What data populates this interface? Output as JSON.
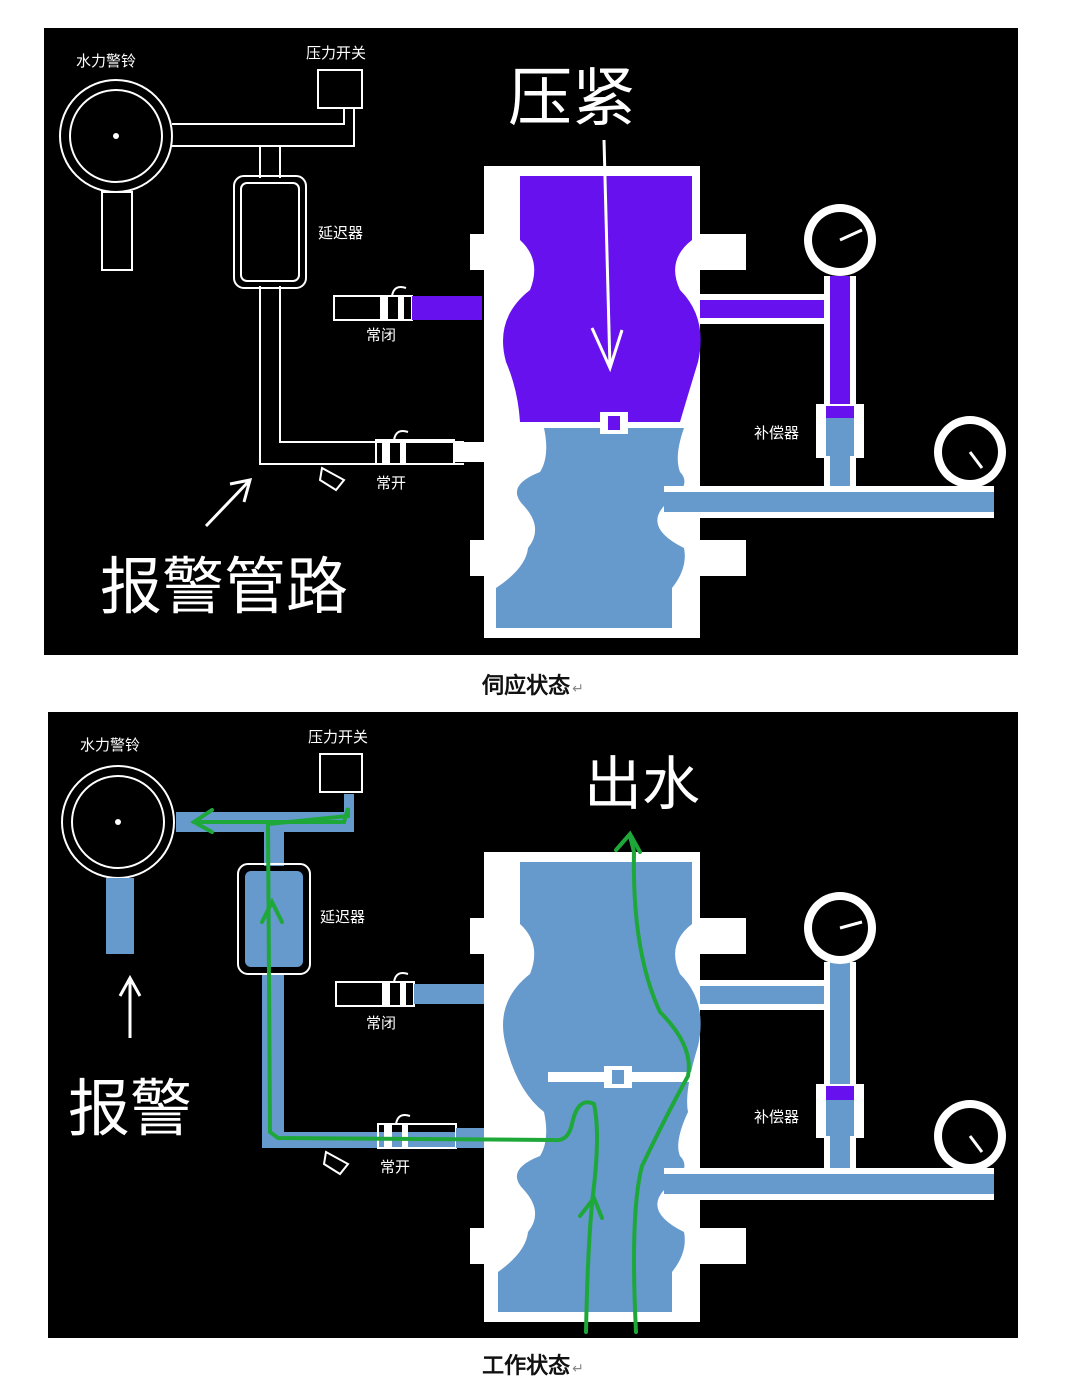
{
  "top": {
    "labels": {
      "alarm_bell": "水力警铃",
      "pressure_switch": "压力开关",
      "delay": "延迟器",
      "normally_closed": "常闭",
      "normally_open": "常开",
      "compensator": "补偿器"
    },
    "handwriting": {
      "press": "压紧",
      "alarm_pipe": "报警管路"
    },
    "caption": "伺应状态"
  },
  "bottom": {
    "labels": {
      "alarm_bell": "水力警铃",
      "pressure_switch": "压力开关",
      "delay": "延迟器",
      "normally_closed": "常闭",
      "normally_open": "常开",
      "compensator": "补偿器"
    },
    "handwriting": {
      "water_out": "出水",
      "alarm": "报警"
    },
    "caption": "工作状态"
  },
  "colors": {
    "water": "#6699cc",
    "pressure_chamber": "#6611ee",
    "flow_arrow": "#1ea83a",
    "pipe_outline": "#ffffff",
    "background": "#000000"
  }
}
